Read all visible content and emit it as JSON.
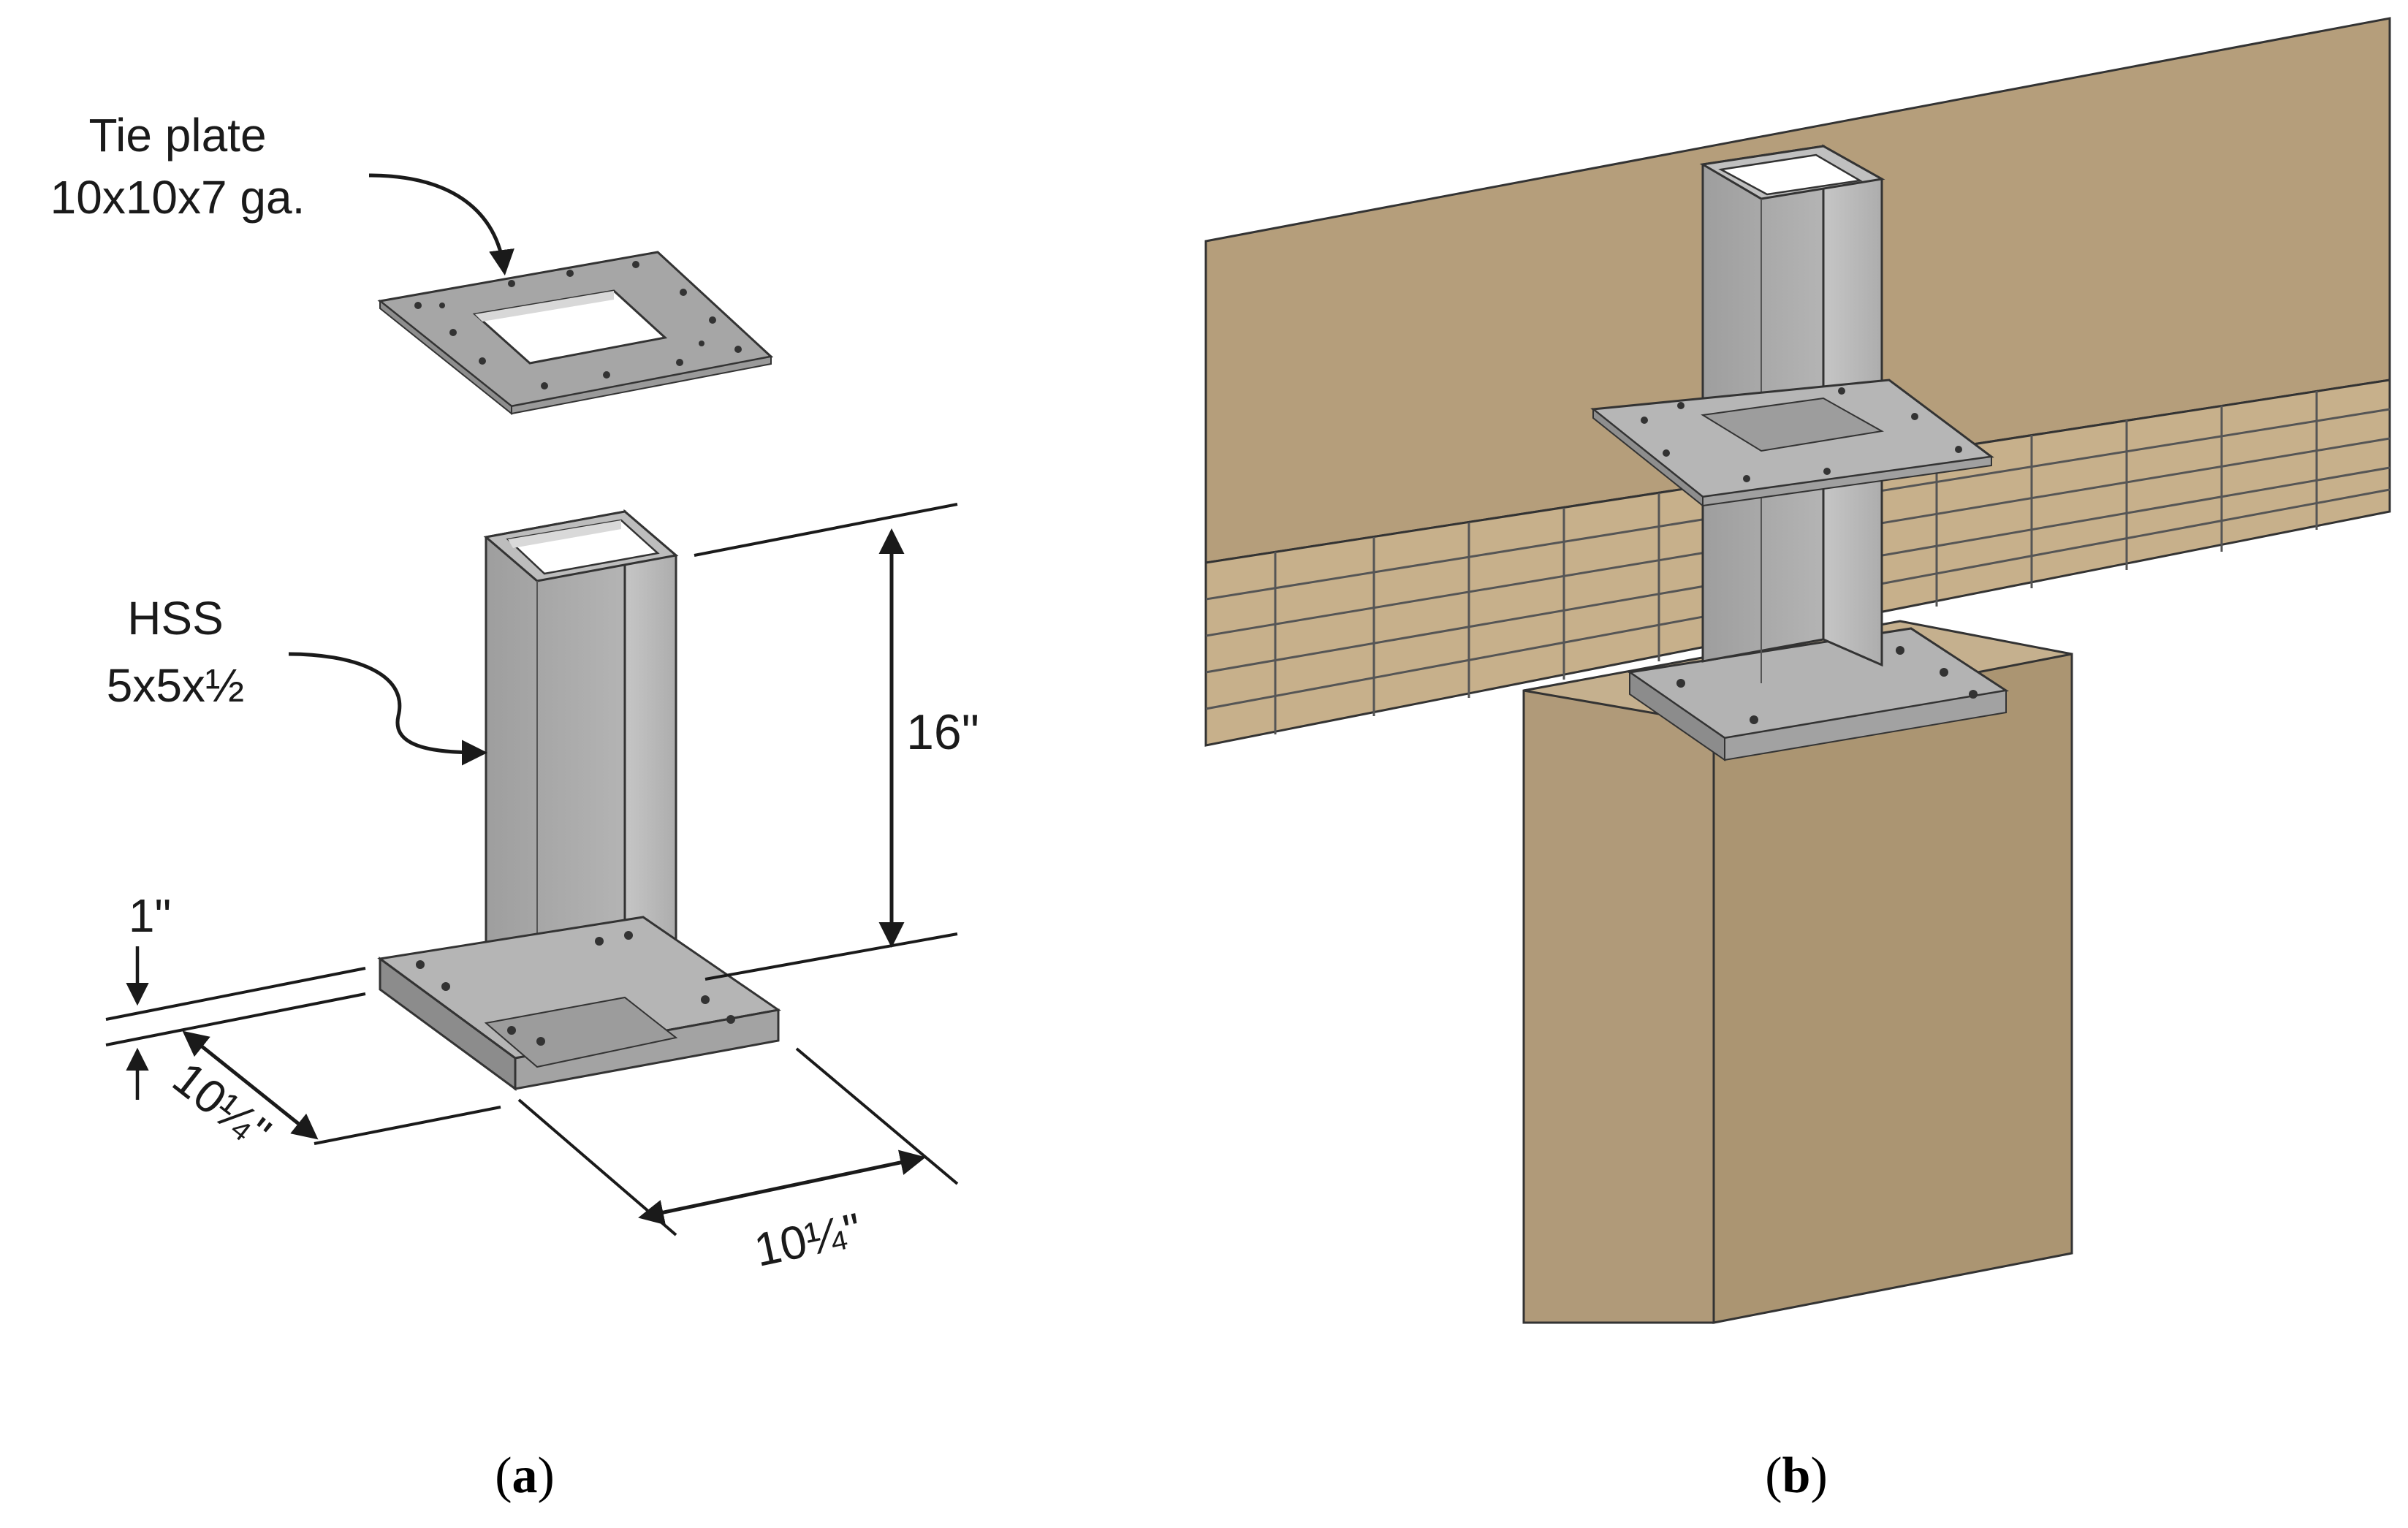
{
  "panel_a": {
    "tie_plate_label_line1": "Tie plate",
    "tie_plate_label_line2": "10x10x7 ga.",
    "hss_label_line1": "HSS",
    "hss_label_line2": "5x5x½",
    "dim_height": "16\"",
    "dim_base_thickness": "1\"",
    "dim_base_depth": "10¼\"",
    "dim_base_width": "10¼\"",
    "caption_open": "(",
    "caption_letter": "a",
    "caption_close": ")"
  },
  "panel_b": {
    "caption_open": "(",
    "caption_letter": "b",
    "caption_close": ")"
  },
  "colors": {
    "steel_light": "#c9c9c9",
    "steel_mid": "#a9a9a9",
    "steel_dark": "#8a8a8a",
    "wood_face": "#b09a79",
    "wood_top": "#cdbb9c",
    "wood_lam": "#c7b08b",
    "ink": "#1a1a1a"
  }
}
